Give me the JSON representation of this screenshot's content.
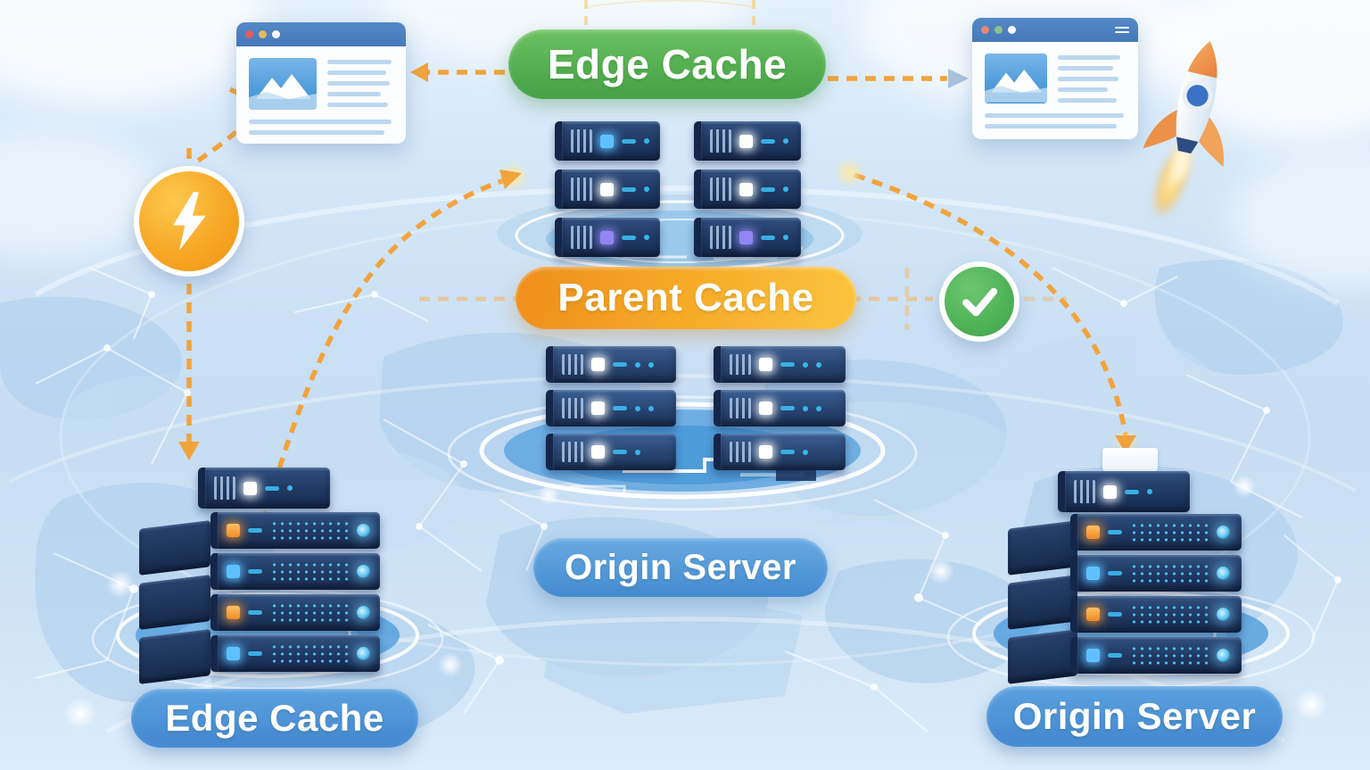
{
  "diagram": {
    "description": "CDN caching architecture illustration over a world network map",
    "pills": {
      "edge_cache_top": {
        "label": "Edge Cache",
        "color": "#52ad4f"
      },
      "parent_cache": {
        "label": "Parent Cache",
        "color_start": "#ef8d1c",
        "color_end": "#fcc43e"
      },
      "origin_server_mid": {
        "label": "Origin Server",
        "color": "#4f95d6"
      },
      "edge_cache_bottom": {
        "label": "Edge Cache",
        "color": "#478cd2"
      },
      "origin_server_bottom": {
        "label": "Origin Server",
        "color": "#478cd2"
      }
    },
    "icons": [
      {
        "name": "browser-window-left-icon"
      },
      {
        "name": "browser-window-right-icon"
      },
      {
        "name": "lightning-icon",
        "color": "#f7a726"
      },
      {
        "name": "check-icon",
        "color": "#4fb257"
      },
      {
        "name": "rocket-icon"
      }
    ],
    "arrows": {
      "color": "#f2a33c",
      "style": "dashed"
    }
  }
}
